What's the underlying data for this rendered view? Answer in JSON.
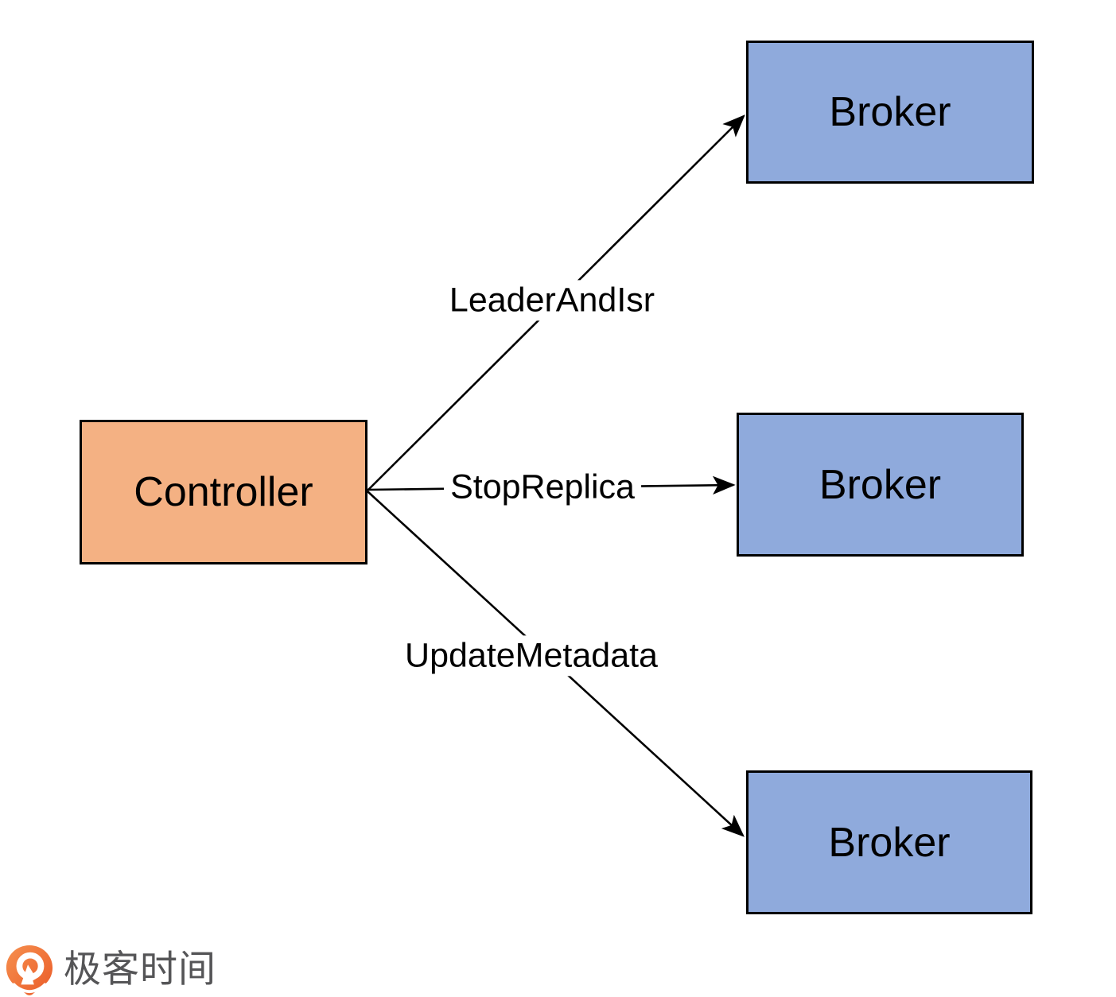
{
  "diagram": {
    "nodes": {
      "controller": {
        "label": "Controller",
        "fill": "#F4B183"
      },
      "broker_top": {
        "label": "Broker",
        "fill": "#8FAADC"
      },
      "broker_middle": {
        "label": "Broker",
        "fill": "#8FAADC"
      },
      "broker_bottom": {
        "label": "Broker",
        "fill": "#8FAADC"
      }
    },
    "edges": [
      {
        "from": "controller",
        "to": "broker_top",
        "label": "LeaderAndIsr"
      },
      {
        "from": "controller",
        "to": "broker_middle",
        "label": "StopReplica"
      },
      {
        "from": "controller",
        "to": "broker_bottom",
        "label": "UpdateMetadata"
      }
    ],
    "line_color": "#000000"
  },
  "branding": {
    "logo_text": "极客时间",
    "logo_orange": "#F0663A",
    "logo_orange_light": "#F6904F"
  }
}
